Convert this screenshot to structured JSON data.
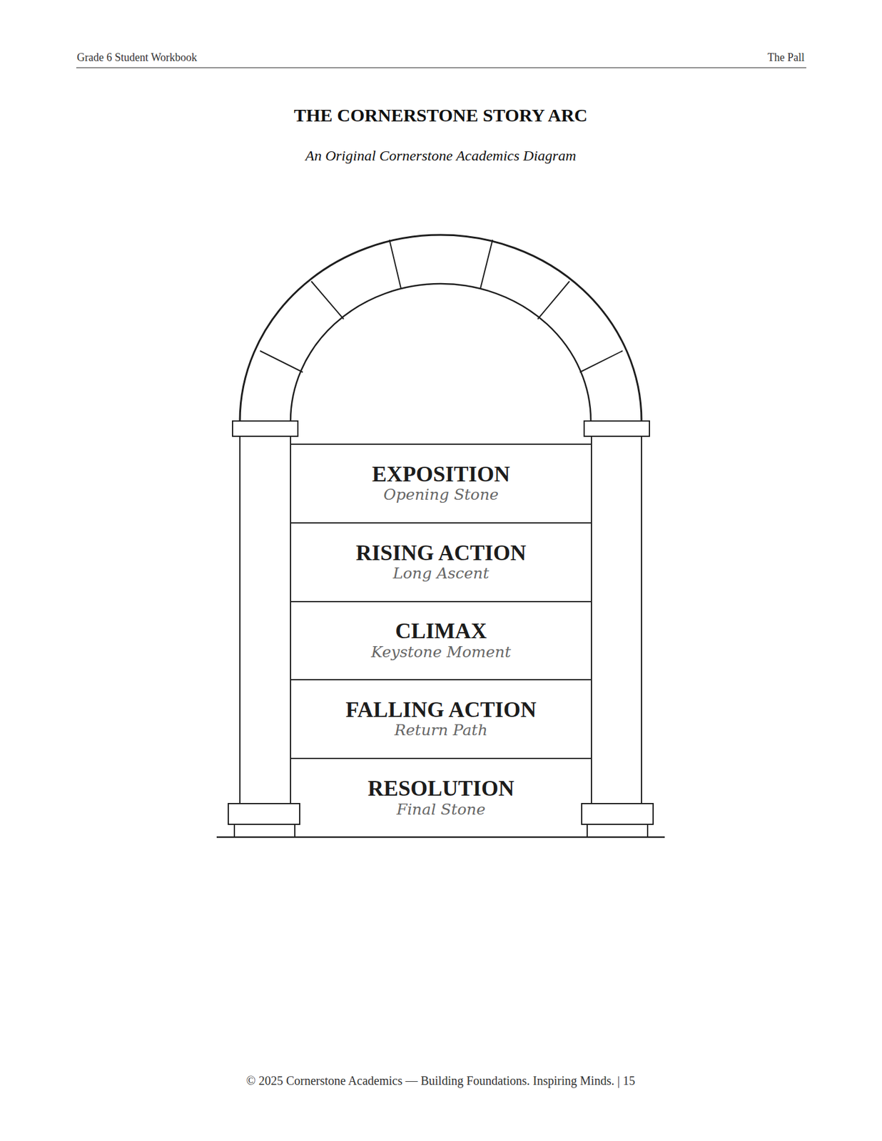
{
  "diagram": {
    "title": "THE CORNERSTONE STORY ARC",
    "caption": "An Original Cornerstone Academics Diagram",
    "nodes": [
      {
        "text": [
          "EXPOSITION",
          "Opening Stone"
        ]
      },
      {
        "text": [
          "RISING ACTION",
          "Long Ascent"
        ]
      },
      {
        "text": [
          "CLIMAX",
          "Keystone Moment"
        ]
      },
      {
        "text": [
          "FALLING ACTION",
          "Return Path"
        ]
      },
      {
        "text": [
          "RESOLUTION",
          "Final Stone"
        ]
      }
    ],
    "labels": [
      "Grade 6 Student Workbook",
      "The Pall",
      "© 2025 Cornerstone Academics — Building Foundations. Inspiring Minds. | 15"
    ]
  }
}
